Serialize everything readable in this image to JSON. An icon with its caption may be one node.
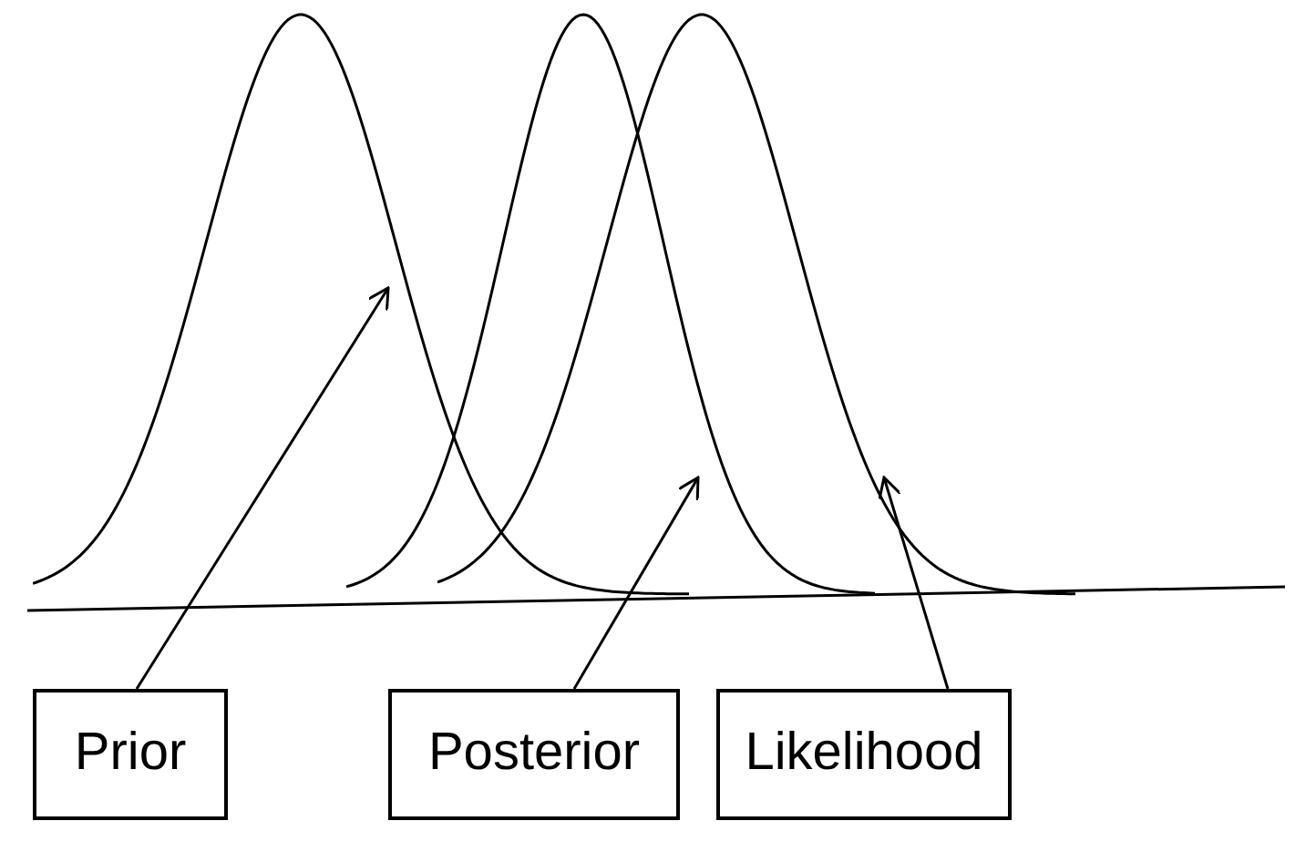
{
  "diagram": {
    "nodes": [
      {
        "text": [
          "Prior"
        ]
      },
      {
        "text": [
          "Posterior"
        ]
      },
      {
        "text": [
          "Likelihood"
        ]
      },
      {
        "text": [],
        "shape": "curve"
      },
      {
        "text": [],
        "shape": "curve"
      },
      {
        "text": [],
        "shape": "curve"
      }
    ],
    "edges": [
      {
        "from": 0,
        "to": 3,
        "arrow": "to"
      },
      {
        "from": 1,
        "to": 4,
        "arrow": "to"
      },
      {
        "from": 2,
        "to": 5,
        "arrow": "to"
      }
    ]
  }
}
